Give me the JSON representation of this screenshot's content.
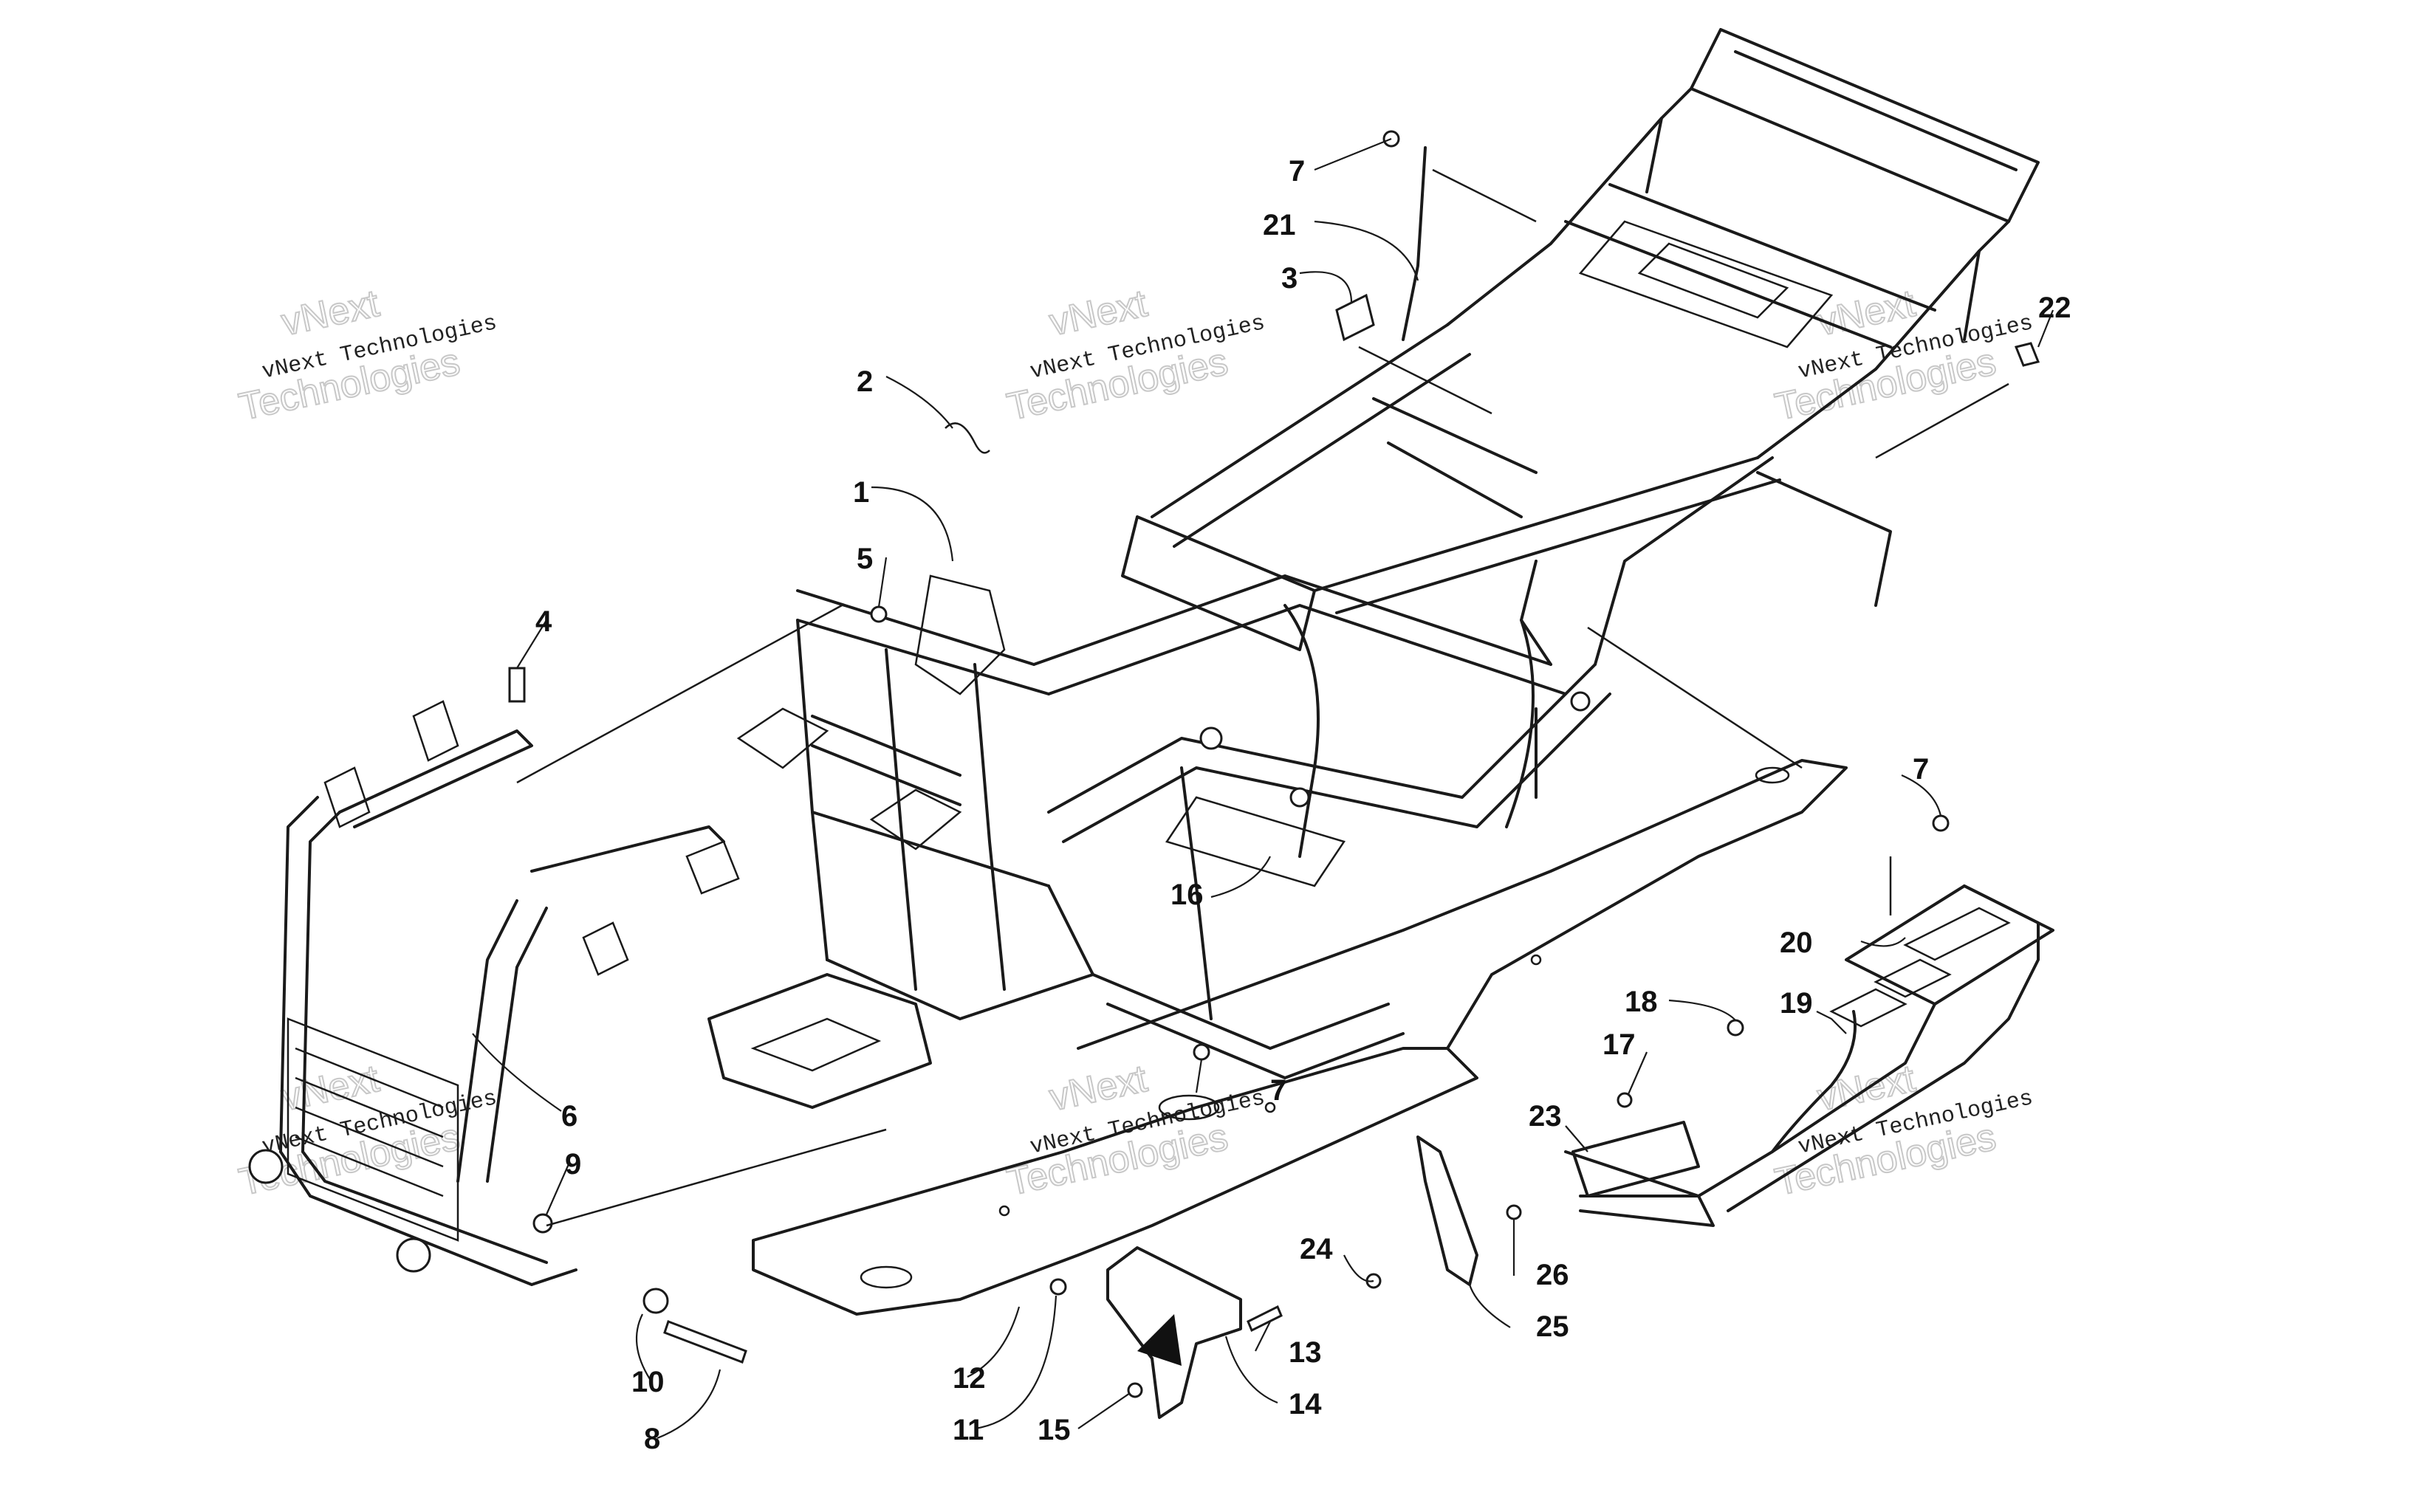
{
  "callouts": [
    {
      "id": "c1",
      "label": "1"
    },
    {
      "id": "c2",
      "label": "2"
    },
    {
      "id": "c3",
      "label": "3"
    },
    {
      "id": "c4",
      "label": "4"
    },
    {
      "id": "c5",
      "label": "5"
    },
    {
      "id": "c6",
      "label": "6"
    },
    {
      "id": "c7a",
      "label": "7"
    },
    {
      "id": "c7b",
      "label": "7"
    },
    {
      "id": "c7c",
      "label": "7"
    },
    {
      "id": "c8",
      "label": "8"
    },
    {
      "id": "c9",
      "label": "9"
    },
    {
      "id": "c10",
      "label": "10"
    },
    {
      "id": "c11",
      "label": "11"
    },
    {
      "id": "c12",
      "label": "12"
    },
    {
      "id": "c13",
      "label": "13"
    },
    {
      "id": "c14",
      "label": "14"
    },
    {
      "id": "c15",
      "label": "15"
    },
    {
      "id": "c16",
      "label": "16"
    },
    {
      "id": "c17",
      "label": "17"
    },
    {
      "id": "c18",
      "label": "18"
    },
    {
      "id": "c19",
      "label": "19"
    },
    {
      "id": "c20",
      "label": "20"
    },
    {
      "id": "c21",
      "label": "21"
    },
    {
      "id": "c22",
      "label": "22"
    },
    {
      "id": "c23",
      "label": "23"
    },
    {
      "id": "c24",
      "label": "24"
    },
    {
      "id": "c25",
      "label": "25"
    },
    {
      "id": "c26",
      "label": "26"
    }
  ],
  "watermark": {
    "line1": "vNext",
    "line2": "vNext Technologies",
    "line3": "Technologies"
  }
}
